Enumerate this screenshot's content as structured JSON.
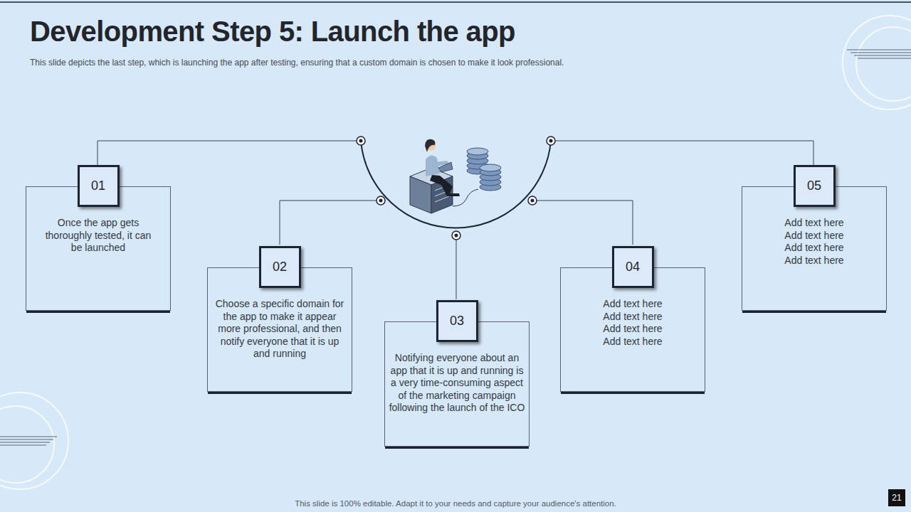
{
  "diagram": {
    "title": "Development Step 5: Launch the app",
    "nodes": [
      {
        "text": [
          "01",
          "Once the app gets thoroughly tested, it can be launched"
        ]
      },
      {
        "text": [
          "02",
          "Choose a specific domain for the app to make it appear more professional, and then notify everyone that it is up and running"
        ]
      },
      {
        "text": [
          "03",
          "Notifying everyone about an app that it is up and running is a very time-consuming aspect of the marketing campaign following the launch of the ICO"
        ]
      },
      {
        "text": [
          "04",
          "Add text here Add text here Add text here Add text here"
        ]
      },
      {
        "text": [
          "05",
          "Add text here Add text here Add text here Add text here"
        ]
      }
    ],
    "labels": [
      "This slide depicts the last step, which is launching the app after testing, ensuring that a custom domain is chosen to make it look professional.",
      "This slide is 100% editable. Adapt it to your needs and capture your audience's attention.",
      "21"
    ]
  }
}
